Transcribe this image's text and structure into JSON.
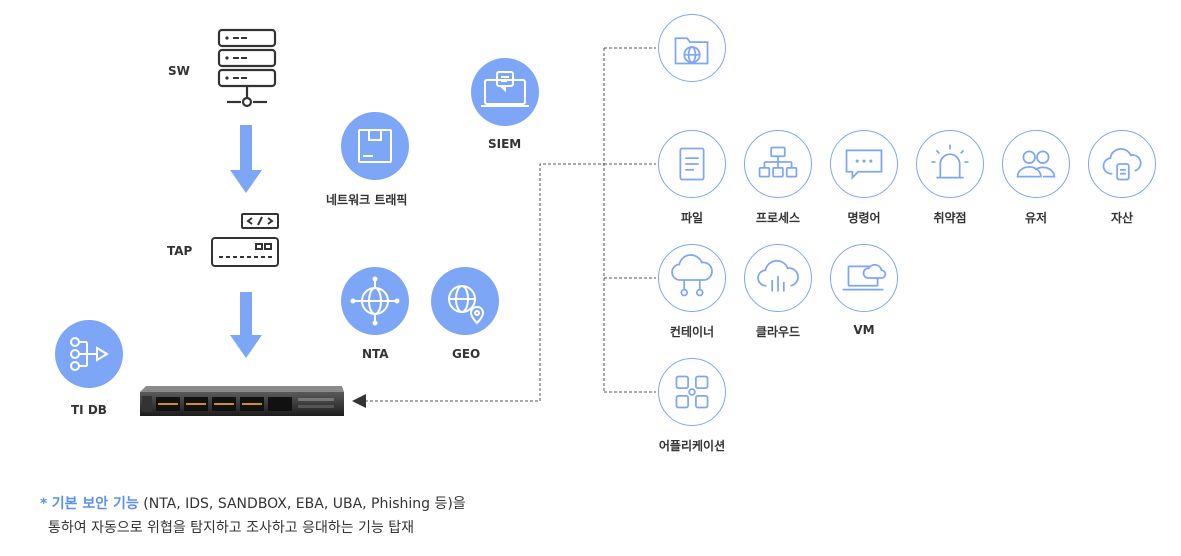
{
  "colors": {
    "accent": "#7ea6f7",
    "accent_text": "#5a8ff5",
    "icon_dark": "#333333"
  },
  "left": {
    "sw_label": "SW",
    "tap_label": "TAP",
    "tidb_label": "TI DB"
  },
  "middle": {
    "network_traffic_label": "네트워크 트래픽",
    "siem_label": "SIEM",
    "nta_label": "NTA",
    "geo_label": "GEO"
  },
  "right": {
    "row1": [
      {
        "label": "파일",
        "icon": "file-icon"
      },
      {
        "label": "프로세스",
        "icon": "process-tree-icon"
      },
      {
        "label": "명령어",
        "icon": "command-chat-icon"
      },
      {
        "label": "취약점",
        "icon": "alert-siren-icon"
      },
      {
        "label": "유저",
        "icon": "users-icon"
      },
      {
        "label": "자산",
        "icon": "cloud-asset-icon"
      }
    ],
    "row2": [
      {
        "label": "컨테이너",
        "icon": "container-cloud-icon"
      },
      {
        "label": "클라우드",
        "icon": "cloud-upload-icon"
      },
      {
        "label": "VM",
        "icon": "laptop-cloud-icon"
      }
    ],
    "row3": [
      {
        "label": "어플리케이션",
        "icon": "application-grid-icon"
      }
    ]
  },
  "note": {
    "star": "*",
    "highlight": "기본 보안 기능",
    "line1_rest": " (NTA, IDS, SANDBOX, EBA, UBA, Phishing 등)을",
    "line2": "통하여 자동으로 위협을 탐지하고 조사하고 응대하는 기능 탑재"
  }
}
